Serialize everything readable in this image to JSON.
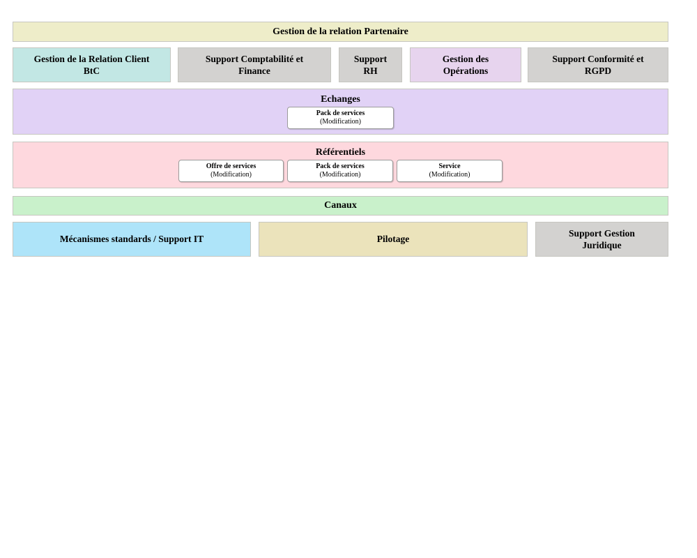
{
  "palette": {
    "banner_yellow": "#eeedc9",
    "teal": "#c2e7e4",
    "gray": "#d3d2d0",
    "lavender": "#e7d4ee",
    "purple_band": "#e1d2f6",
    "pink_band": "#fed8de",
    "green_band": "#c9f1cb",
    "blue": "#aee4f9",
    "tan": "#ebe3bb",
    "node_white": "#ffffff"
  },
  "top_banner": {
    "label": "Gestion de la relation Partenaire"
  },
  "capability_row": {
    "client_btc": {
      "label": "Gestion de la Relation Client\nBtC"
    },
    "comptabilite_finance": {
      "label": "Support Comptabilité et\nFinance"
    },
    "rh": {
      "label": "Support\nRH"
    },
    "operations": {
      "label": "Gestion des\nOpérations"
    },
    "conformite_rgpd": {
      "label": "Support Conformité et\nRGPD"
    }
  },
  "echanges": {
    "title": "Echanges",
    "items": [
      {
        "title": "Pack de services",
        "subtitle": "(Modification)"
      }
    ]
  },
  "referentiels": {
    "title": "Référentiels",
    "items": [
      {
        "title": "Offre de services",
        "subtitle": "(Modification)"
      },
      {
        "title": "Pack de services",
        "subtitle": "(Modification)"
      },
      {
        "title": "Service",
        "subtitle": "(Modification)"
      }
    ]
  },
  "canaux": {
    "title": "Canaux"
  },
  "bottom_row": {
    "mecanismes_it": {
      "label": "Mécanismes standards / Support IT"
    },
    "pilotage": {
      "label": "Pilotage"
    },
    "juridique": {
      "label": "Support Gestion\nJuridique"
    }
  }
}
